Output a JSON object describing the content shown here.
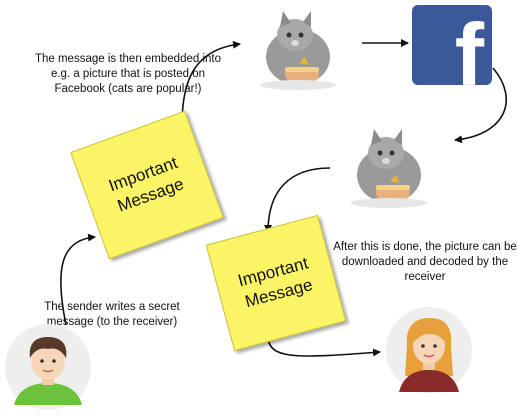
{
  "captions": {
    "embed": "The message is then embedded into e.g. a picture that is posted on Facebook (cats are popular!)",
    "download": "After this is done, the picture can be downloaded and decoded by the receiver",
    "sender": "The sender writes a secret message (to the receiver)"
  },
  "notes": {
    "first": "Important Message",
    "second": "Important Message"
  },
  "facebook": {
    "letter": "f"
  },
  "colors": {
    "note": "#fbf566",
    "facebook": "#3b5998",
    "sender_shirt": "#6ac33b",
    "receiver_hair": "#e8a13a"
  }
}
